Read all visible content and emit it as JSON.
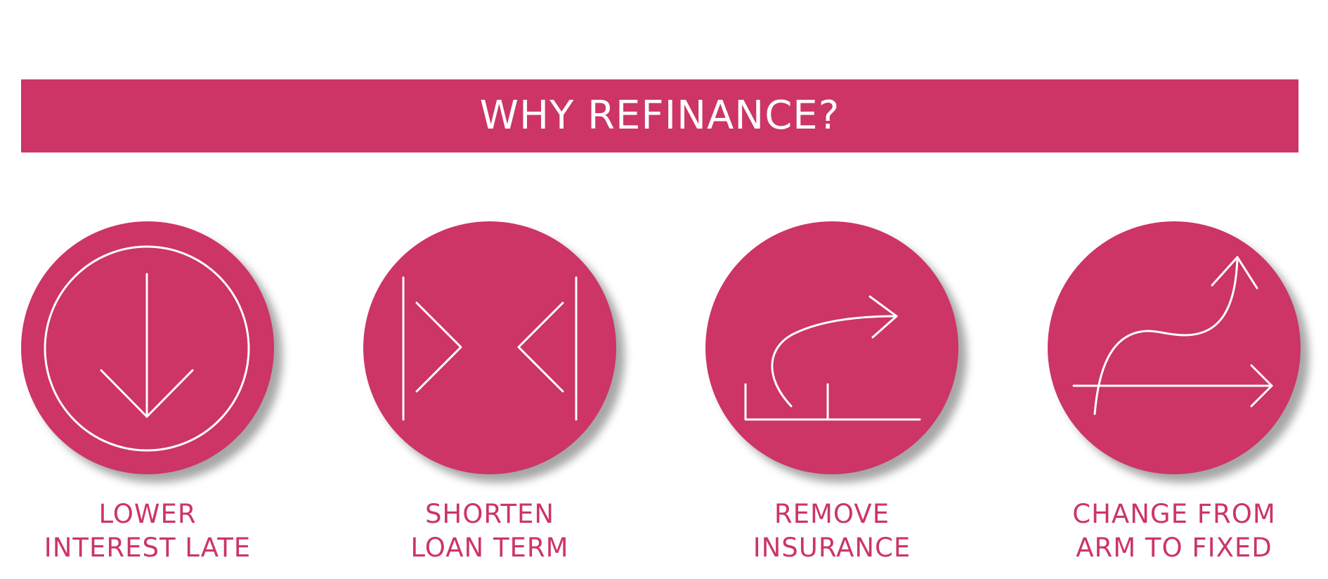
{
  "colors": {
    "brand": "#cc3565",
    "icon_stroke": "#ffffff",
    "background": "#ffffff"
  },
  "header": {
    "title": "WHY REFINANCE?"
  },
  "reasons": [
    {
      "icon": "arrow-down-circle-icon",
      "line1": "LOWER",
      "line2": "INTEREST LATE"
    },
    {
      "icon": "converging-arrows-icon",
      "line1": "SHORTEN",
      "line2": "LOAN TERM"
    },
    {
      "icon": "curved-arrow-remove-icon",
      "line1": "REMOVE",
      "line2": "INSURANCE"
    },
    {
      "icon": "rising-curve-graph-icon",
      "line1": "CHANGE FROM",
      "line2": "ARM TO FIXED"
    }
  ]
}
